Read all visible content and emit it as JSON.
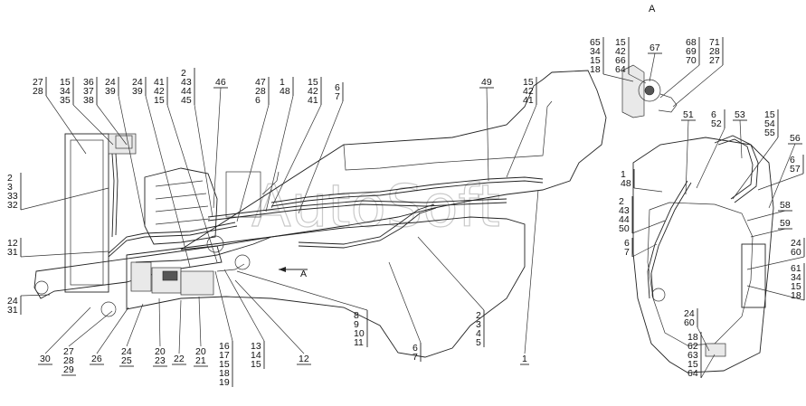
{
  "view_title": "A",
  "watermark": "AutoSoft",
  "arrow_label": "A",
  "callouts_main": [
    {
      "id": "c01",
      "lines": [
        "27",
        "28"
      ]
    },
    {
      "id": "c02",
      "lines": [
        "15",
        "34",
        "35"
      ]
    },
    {
      "id": "c03",
      "lines": [
        "36",
        "37",
        "38"
      ]
    },
    {
      "id": "c04",
      "lines": [
        "24",
        "39"
      ]
    },
    {
      "id": "c05",
      "lines": [
        "24",
        "39"
      ]
    },
    {
      "id": "c06",
      "lines": [
        "41",
        "42",
        "15"
      ]
    },
    {
      "id": "c07",
      "lines": [
        "2",
        "43",
        "44",
        "45"
      ]
    },
    {
      "id": "c08",
      "lines": [
        "46"
      ]
    },
    {
      "id": "c09",
      "lines": [
        "47",
        "28",
        "6"
      ]
    },
    {
      "id": "c10",
      "lines": [
        "1",
        "48"
      ]
    },
    {
      "id": "c11",
      "lines": [
        "15",
        "42",
        "41"
      ]
    },
    {
      "id": "c12",
      "lines": [
        "6",
        "7"
      ]
    },
    {
      "id": "c13",
      "lines": [
        "49"
      ]
    },
    {
      "id": "c14",
      "lines": [
        "15",
        "42",
        "41"
      ]
    },
    {
      "id": "c15",
      "lines": [
        "2",
        "3",
        "33",
        "32"
      ]
    },
    {
      "id": "c16",
      "lines": [
        "12",
        "31"
      ]
    },
    {
      "id": "c17",
      "lines": [
        "24",
        "31"
      ]
    },
    {
      "id": "c18",
      "lines": [
        "30"
      ]
    },
    {
      "id": "c19",
      "lines": [
        "27",
        "28",
        "29"
      ]
    },
    {
      "id": "c20",
      "lines": [
        "26"
      ]
    },
    {
      "id": "c21",
      "lines": [
        "24",
        "25"
      ]
    },
    {
      "id": "c22",
      "lines": [
        "20",
        "23"
      ]
    },
    {
      "id": "c23",
      "lines": [
        "22"
      ]
    },
    {
      "id": "c24",
      "lines": [
        "20",
        "21"
      ]
    },
    {
      "id": "c25",
      "lines": [
        "16",
        "17",
        "15",
        "18",
        "19"
      ]
    },
    {
      "id": "c26",
      "lines": [
        "13",
        "14",
        "15"
      ]
    },
    {
      "id": "c27",
      "lines": [
        "12"
      ]
    },
    {
      "id": "c28",
      "lines": [
        "8",
        "9",
        "10",
        "11"
      ]
    },
    {
      "id": "c29",
      "lines": [
        "6",
        "7"
      ]
    },
    {
      "id": "c30",
      "lines": [
        "2",
        "3",
        "4",
        "5"
      ]
    },
    {
      "id": "c31",
      "lines": [
        "1"
      ]
    }
  ],
  "callouts_view_a": [
    {
      "id": "a01",
      "lines": [
        "65",
        "34",
        "15",
        "18"
      ]
    },
    {
      "id": "a02",
      "lines": [
        "15",
        "42",
        "66",
        "64"
      ]
    },
    {
      "id": "a03",
      "lines": [
        "67"
      ]
    },
    {
      "id": "a04",
      "lines": [
        "68",
        "69",
        "70"
      ]
    },
    {
      "id": "a05",
      "lines": [
        "71",
        "28",
        "27"
      ]
    },
    {
      "id": "a06",
      "lines": [
        "51"
      ]
    },
    {
      "id": "a07",
      "lines": [
        "6",
        "52"
      ]
    },
    {
      "id": "a08",
      "lines": [
        "53"
      ]
    },
    {
      "id": "a09",
      "lines": [
        "15",
        "54",
        "55"
      ]
    },
    {
      "id": "a10",
      "lines": [
        "56"
      ]
    },
    {
      "id": "a11",
      "lines": [
        "1",
        "48"
      ]
    },
    {
      "id": "a12",
      "lines": [
        "6",
        "57"
      ]
    },
    {
      "id": "a13",
      "lines": [
        "2",
        "43",
        "44",
        "50"
      ]
    },
    {
      "id": "a14",
      "lines": [
        "58"
      ]
    },
    {
      "id": "a15",
      "lines": [
        "59"
      ]
    },
    {
      "id": "a16",
      "lines": [
        "6",
        "7"
      ]
    },
    {
      "id": "a17",
      "lines": [
        "24",
        "60"
      ]
    },
    {
      "id": "a18",
      "lines": [
        "61",
        "34",
        "15",
        "18"
      ]
    },
    {
      "id": "a19",
      "lines": [
        "24",
        "60"
      ]
    },
    {
      "id": "a20",
      "lines": [
        "18",
        "62",
        "63",
        "15",
        "64"
      ]
    }
  ]
}
